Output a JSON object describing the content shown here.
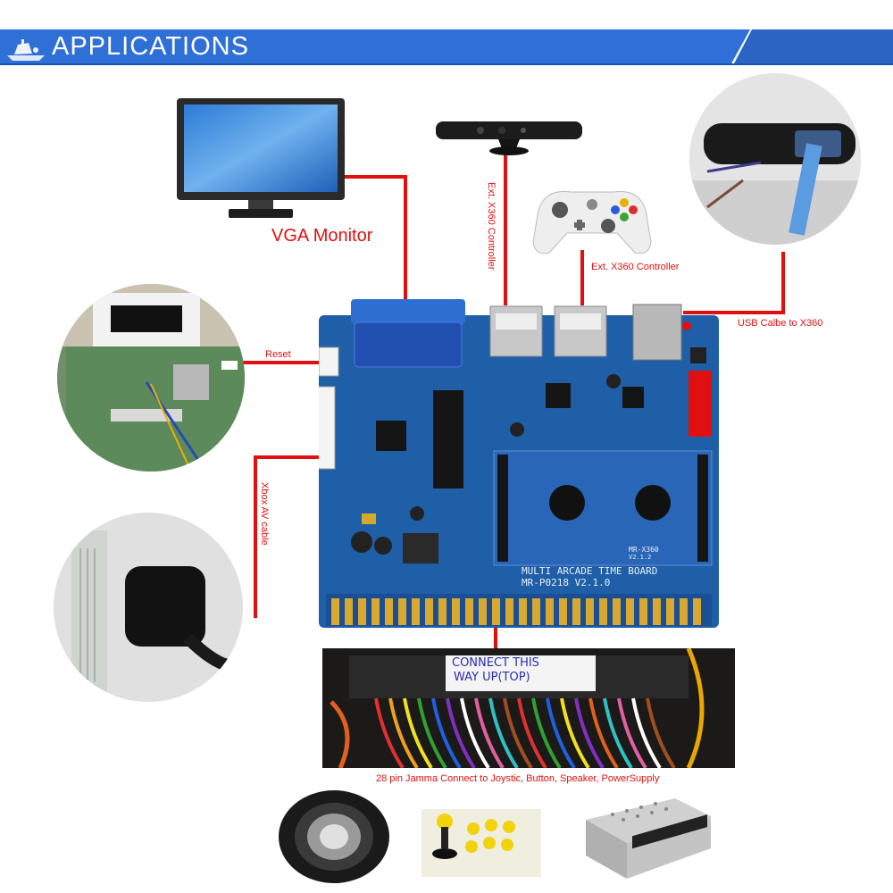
{
  "header": {
    "title": "APPLICATIONS",
    "icon": "ship-icon"
  },
  "labels": {
    "vga_monitor": "VGA Monitor",
    "ext_x360_left": "Ext. X360 Controller",
    "ext_x360_right": "Ext. X360 Controller",
    "usb": "USB Calbe to X360",
    "reset": "Reset",
    "xbox_av": "Xbox AV cable",
    "jamma": "28 pin Jamma Connect to Joystic, Button, Speaker, PowerSupply"
  },
  "board": {
    "name_line1": "MULTI ARCADE TIME BOARD",
    "name_line2": "MR-P0218  V2.1.0",
    "sub_name": "MR-X360",
    "sub_version": "V2.1.2"
  },
  "wire_label": {
    "line1": "CONNECT THIS",
    "line2": "WAY UP(TOP)"
  },
  "colors": {
    "banner": "#2f6fd8",
    "connector": "#e01010",
    "pcb": "#1f5fa8"
  }
}
